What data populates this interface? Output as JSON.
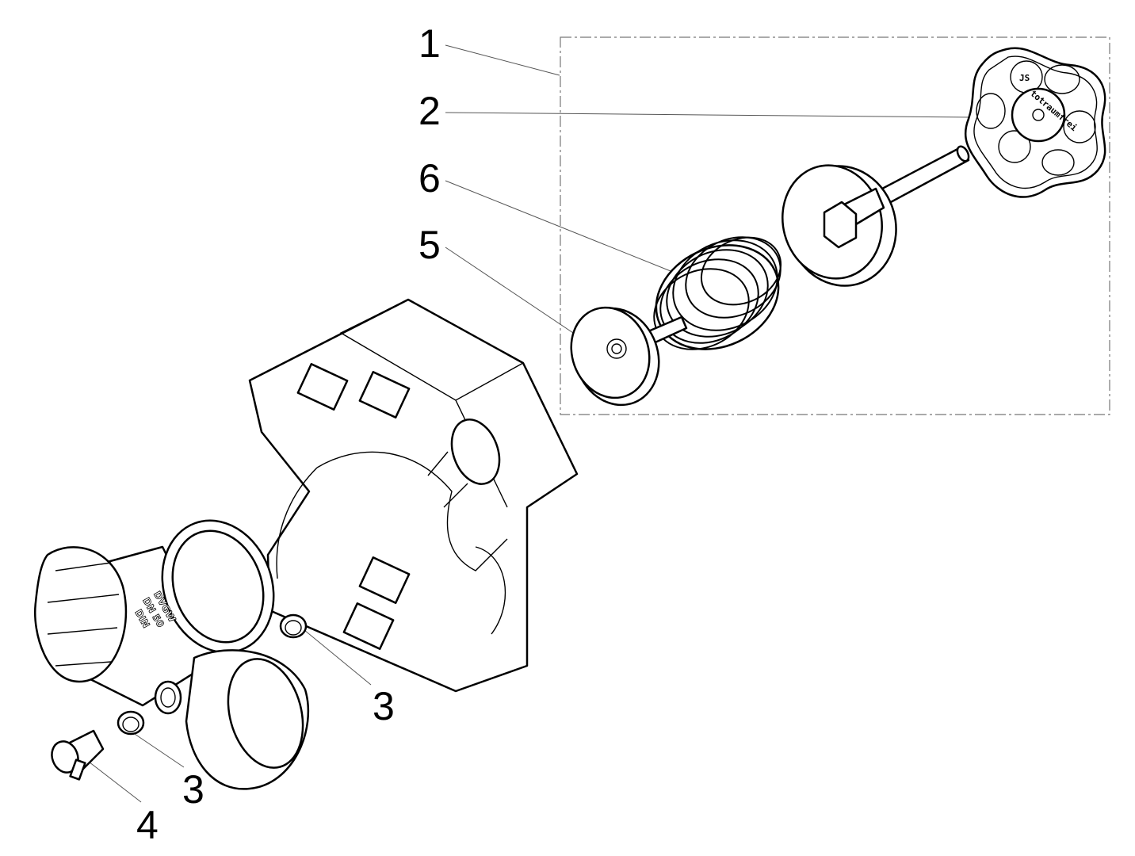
{
  "diagram": {
    "title": "Exploded view – valve assembly",
    "callouts": {
      "c1": "1",
      "c2": "2",
      "c6": "6",
      "c5": "5",
      "c3a": "3",
      "c3b": "3",
      "c4": "4"
    },
    "markings": {
      "handwheel_text": "totraumfrei",
      "handwheel_badge": "JS",
      "body_line1": "DVGW",
      "body_line2": "DN 50",
      "body_line3": "DIN"
    }
  }
}
